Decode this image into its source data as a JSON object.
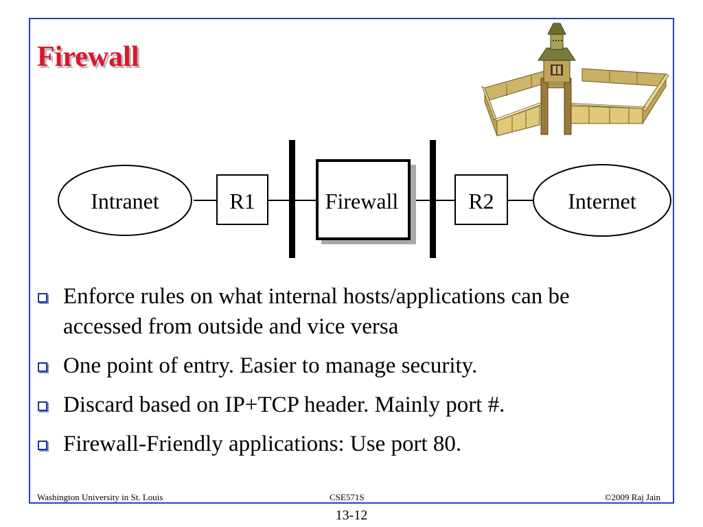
{
  "slide": {
    "title": "Firewall",
    "diagram": {
      "nodes": {
        "intranet": "Intranet",
        "r1": "R1",
        "firewall": "Firewall",
        "r2": "R2",
        "internet": "Internet"
      }
    },
    "bullets": [
      "Enforce rules on what internal hosts/applications can be accessed from outside and vice versa",
      "One point of entry. Easier to manage security.",
      "Discard based on IP+TCP header. Mainly port #.",
      "Firewall-Friendly applications: Use port 80."
    ],
    "footer": {
      "left": "Washington University in St. Louis",
      "center": "CSE571S",
      "right": "©2009 Raj Jain"
    },
    "page_number": "13-12"
  },
  "colors": {
    "title": "#e0142b",
    "frame": "#2343b8",
    "bullet": "#1a2fa0"
  },
  "icons": {
    "illustration": "fort-gatehouse-icon",
    "bullet": "square-bullet-icon"
  }
}
